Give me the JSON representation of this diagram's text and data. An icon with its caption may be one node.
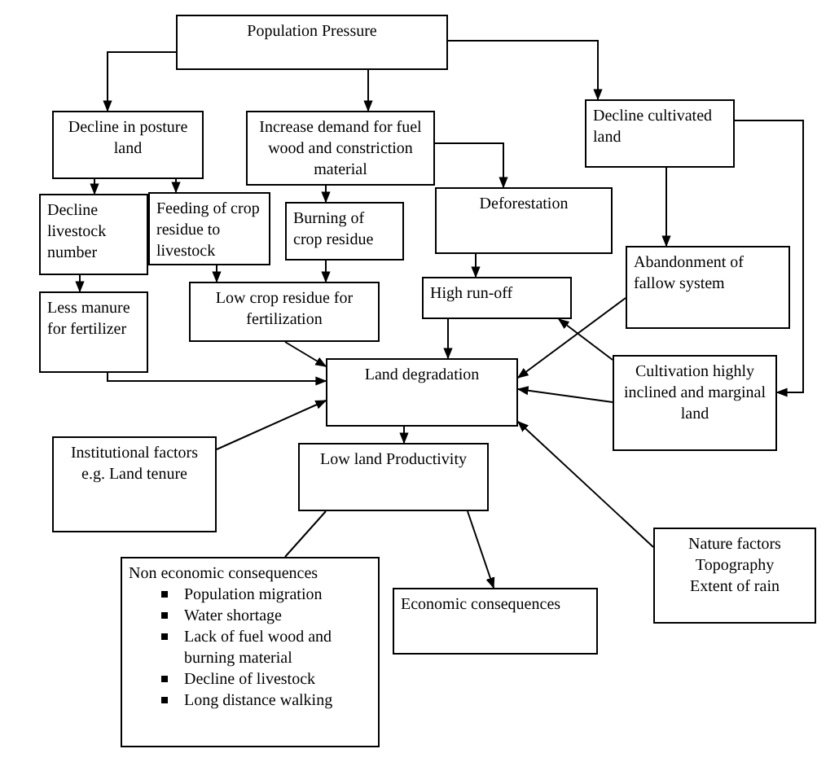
{
  "diagram": {
    "nodes": [
      {
        "text": [
          "Population Pressure"
        ]
      },
      {
        "text": [
          "Decline in posture land"
        ]
      },
      {
        "text": [
          "Increase demand for fuel wood and constriction material"
        ]
      },
      {
        "text": [
          "Decline cultivated land"
        ]
      },
      {
        "text": [
          "Decline livestock number"
        ]
      },
      {
        "text": [
          "Feeding of crop residue to livestock"
        ]
      },
      {
        "text": [
          "Burning of crop residue"
        ]
      },
      {
        "text": [
          "Deforestation"
        ]
      },
      {
        "text": [
          "Abandonment of fallow system"
        ]
      },
      {
        "text": [
          "Low crop residue for fertilization"
        ]
      },
      {
        "text": [
          "High run-off"
        ]
      },
      {
        "text": [
          "Less manure for fertilizer"
        ]
      },
      {
        "text": [
          "Land degradation"
        ]
      },
      {
        "text": [
          "Cultivation highly inclined and marginal land"
        ]
      },
      {
        "text": [
          "Institutional factors e.g. Land tenure"
        ]
      },
      {
        "text": [
          "Low land Productivity"
        ]
      },
      {
        "text": [
          "Nature factors",
          "Topography",
          "Extent of rain"
        ]
      },
      {
        "text": [
          "Non economic consequences",
          "Population migration",
          "Water shortage",
          "Lack of fuel wood and burning material",
          "Decline of livestock",
          "Long distance walking"
        ]
      },
      {
        "text": [
          "Economic consequences"
        ]
      }
    ],
    "edges": [
      {
        "from": 0,
        "to": 1,
        "arrow": "to"
      },
      {
        "from": 0,
        "to": 2,
        "arrow": "to"
      },
      {
        "from": 0,
        "to": 3,
        "arrow": "to"
      },
      {
        "from": 1,
        "to": 4,
        "arrow": "to"
      },
      {
        "from": 1,
        "to": 5,
        "arrow": "to"
      },
      {
        "from": 2,
        "to": 6,
        "arrow": "to"
      },
      {
        "from": 2,
        "to": 7,
        "arrow": "to"
      },
      {
        "from": 3,
        "to": 8,
        "arrow": "to"
      },
      {
        "from": 3,
        "to": 13,
        "arrow": "to"
      },
      {
        "from": 4,
        "to": 11,
        "arrow": "to"
      },
      {
        "from": 5,
        "to": 9,
        "arrow": "to"
      },
      {
        "from": 6,
        "to": 9,
        "arrow": "to"
      },
      {
        "from": 7,
        "to": 10,
        "arrow": "to"
      },
      {
        "from": 9,
        "to": 12,
        "arrow": "to"
      },
      {
        "from": 11,
        "to": 12,
        "arrow": "to"
      },
      {
        "from": 10,
        "to": 12,
        "arrow": "to"
      },
      {
        "from": 8,
        "to": 12,
        "arrow": "to"
      },
      {
        "from": 13,
        "to": 10,
        "arrow": "to"
      },
      {
        "from": 13,
        "to": 12,
        "arrow": "to"
      },
      {
        "from": 14,
        "to": 12,
        "arrow": "to"
      },
      {
        "from": 12,
        "to": 15,
        "arrow": "to"
      },
      {
        "from": 16,
        "to": 12,
        "arrow": "to"
      },
      {
        "from": 15,
        "to": 17,
        "arrow": "none"
      },
      {
        "from": 15,
        "to": 18,
        "arrow": "to"
      }
    ]
  }
}
